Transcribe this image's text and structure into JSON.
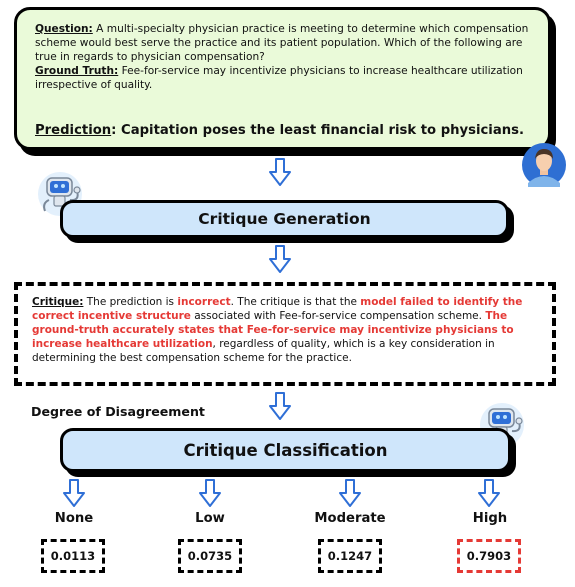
{
  "question_card": {
    "question_label": "Question:",
    "question_text": " A multi-specialty physician practice is meeting to determine which compensation scheme would best serve the practice and its patient population. Which of the following are true in regards to physician compensation?",
    "ground_truth_label": "Ground Truth:",
    "ground_truth_text": " Fee-for-service may incentivize physicians to increase healthcare utilization irrespective of quality.",
    "prediction_label": "Prediction",
    "prediction_text": ": Capitation poses the least financial risk to physicians."
  },
  "critique_generation": {
    "label": "Critique Generation"
  },
  "critique": {
    "label": "Critique:",
    "t1": " The prediction is ",
    "t2": "incorrect",
    "t3": ". The critique is that the ",
    "t4": "model failed to identify the correct incentive structure",
    "t5": " associated with Fee-for-service compensation scheme. ",
    "t6": "The ground-truth accurately states that Fee-for-service may incentivize physicians to increase healthcare utilization",
    "t7": ", regardless of quality, which is a key consideration in determining the best compensation scheme for the practice."
  },
  "degree_label": "Degree of Disagreement",
  "critique_classification": {
    "label": "Critique Classification"
  },
  "levels": [
    {
      "label": "None",
      "score": "0.0113"
    },
    {
      "label": "Low",
      "score": "0.0735"
    },
    {
      "label": "Moderate",
      "score": "0.1247"
    },
    {
      "label": "High",
      "score": "0.7903"
    }
  ],
  "colors": {
    "card_green": "#eafad9",
    "box_blue": "#cfe6fb",
    "highlight_red": "#e53935",
    "arrow_blue": "#2f6fd6"
  }
}
